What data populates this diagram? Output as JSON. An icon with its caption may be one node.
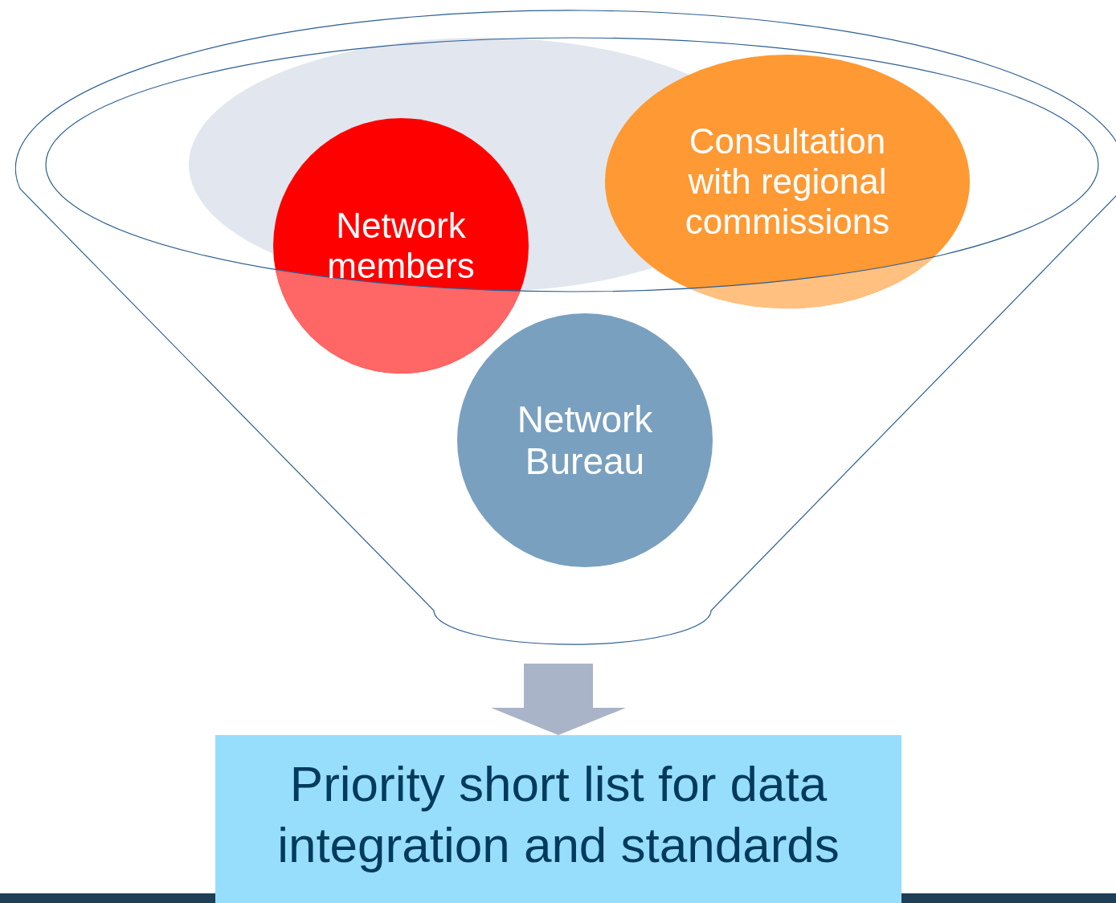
{
  "diagram": {
    "nodes": [
      {
        "text": [],
        "shape": "funnel"
      },
      {
        "text": [
          "Network members"
        ],
        "in": 0
      },
      {
        "text": [
          "Consultation with regional commissions"
        ],
        "in": 0
      },
      {
        "text": [
          "Network Bureau"
        ],
        "in": 0
      },
      {
        "text": [
          "Priority short list for data integration and standards"
        ]
      }
    ],
    "edges": [
      {
        "from": 0,
        "to": 4,
        "arrow": "to",
        "style": "thick",
        "color": "#aab4c8"
      }
    ]
  }
}
